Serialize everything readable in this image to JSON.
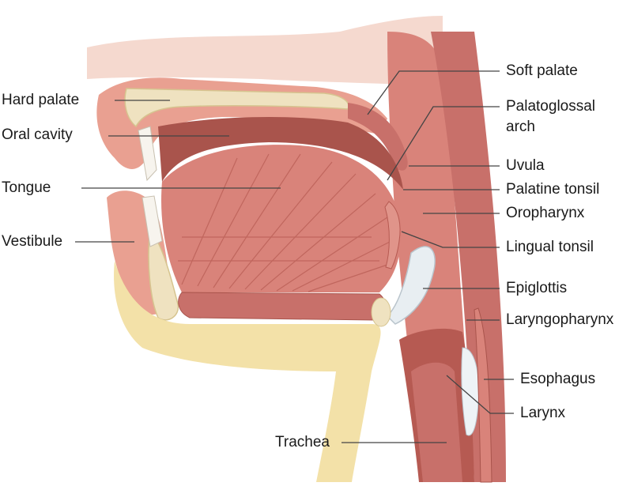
{
  "diagram": {
    "labels": {
      "hard_palate": "Hard palate",
      "oral_cavity": "Oral cavity",
      "tongue": "Tongue",
      "vestibule": "Vestibule",
      "soft_palate": "Soft palate",
      "palatoglossal_line1": "Palatoglossal",
      "palatoglossal_line2": "arch",
      "uvula": "Uvula",
      "palatine_tonsil": "Palatine tonsil",
      "oropharynx": "Oropharynx",
      "lingual_tonsil": "Lingual tonsil",
      "epiglottis": "Epiglottis",
      "laryngopharynx": "Laryngopharynx",
      "esophagus": "Esophagus",
      "larynx": "Larynx",
      "trachea": "Trachea"
    },
    "colors": {
      "muscle": "#d9837a",
      "muscle_dark": "#b65a52",
      "mucosa": "#c8706a",
      "cavity": "#a9544c",
      "fat": "#f3e1a8",
      "bone": "#efe2c0",
      "skin": "#f1c7b9",
      "leader": "#444444"
    }
  }
}
